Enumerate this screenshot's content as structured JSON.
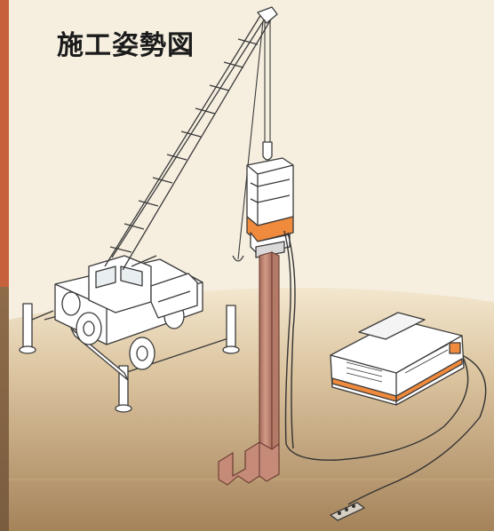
{
  "header": {
    "title": "施工姿勢図"
  },
  "colors": {
    "background": "#f6efe0",
    "ground_top": "#eddcbf",
    "ground_bottom": "#a8875e",
    "pile": "#c58a78",
    "accent_orange": "#f08a3c",
    "line": "#3a3a3a",
    "left_bleed": "#c6613b"
  },
  "icons": [
    "crawler-crane",
    "vibro-hammer",
    "steel-sheet-pile",
    "generator",
    "power-cable",
    "control-box"
  ]
}
